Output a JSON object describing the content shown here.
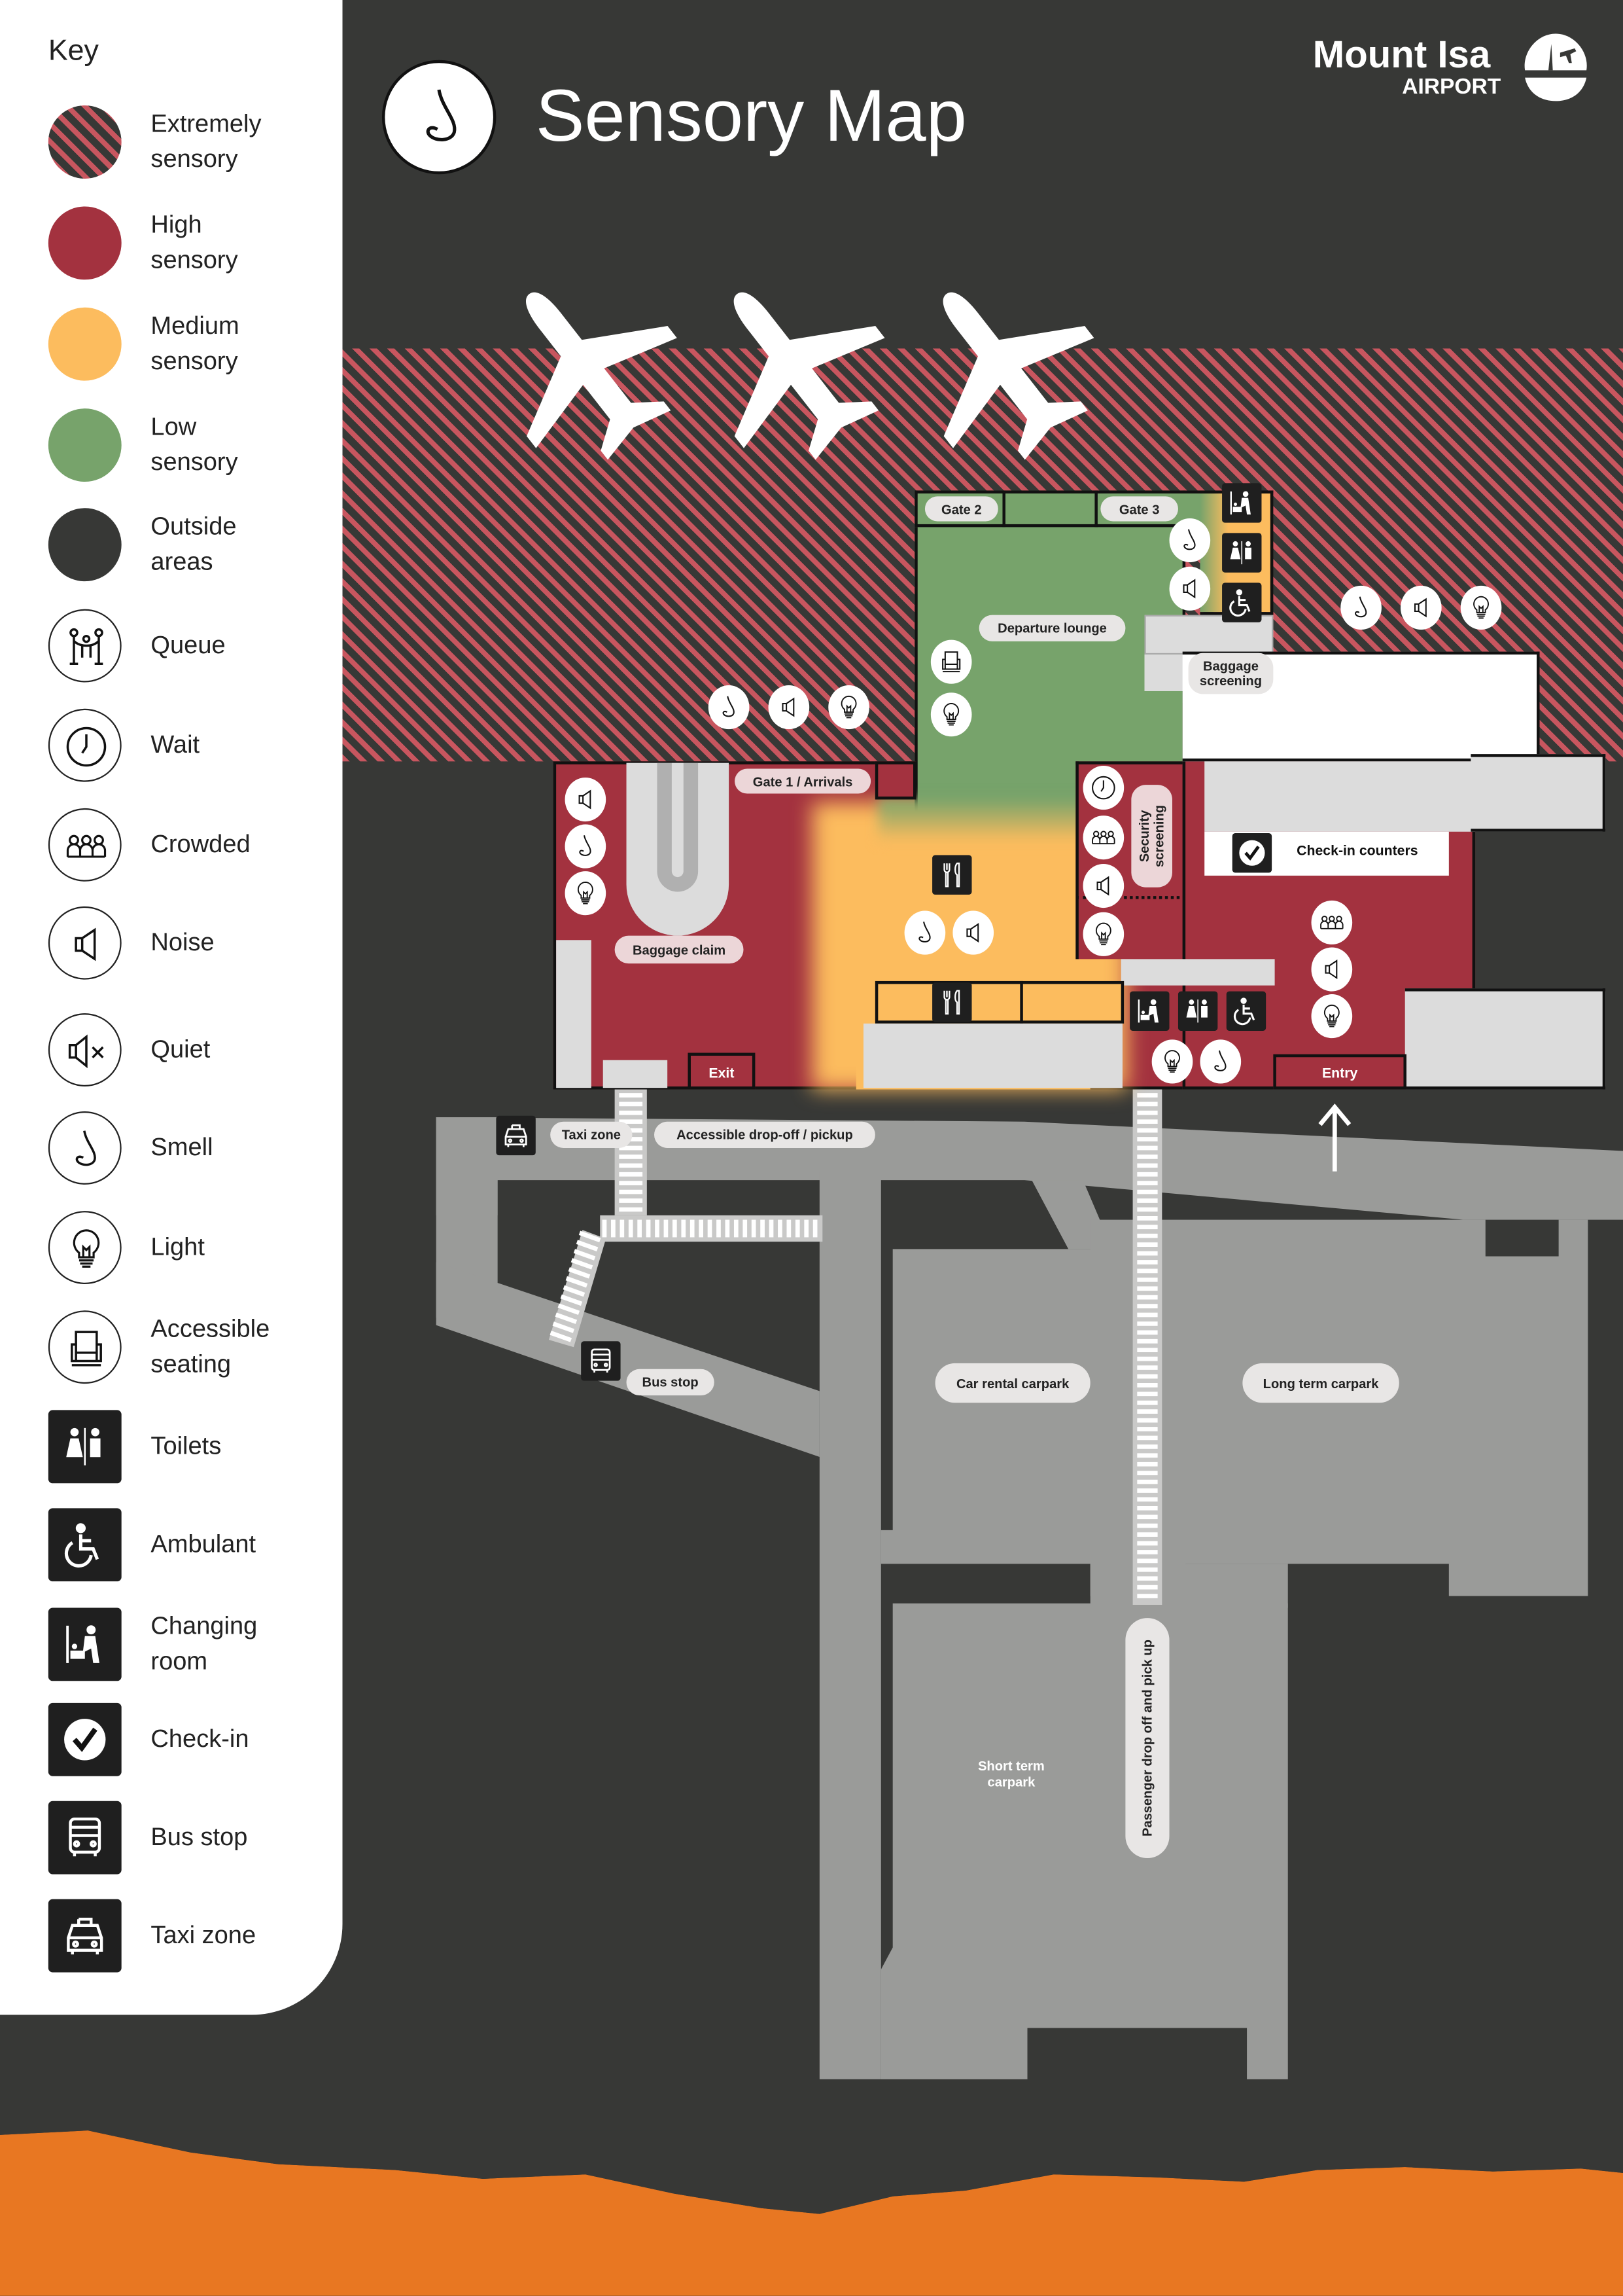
{
  "header": {
    "title": "Sensory Map",
    "logo": {
      "name": "Mount Isa",
      "subtitle": "AIRPORT"
    }
  },
  "colors": {
    "extremely": "#c8565f",
    "high": "#a3323f",
    "medium": "#fcbc5e",
    "low": "#77a36b",
    "outside": "#373836",
    "road": "#9a9b99",
    "mountains": "#e87722"
  },
  "key": {
    "title": "Key",
    "items": [
      {
        "label": "Extremely\nsensory",
        "icon": "hatch-swatch",
        "kind": "hatch"
      },
      {
        "label": "High\nsensory",
        "icon": "high-swatch",
        "kind": "color",
        "color": "#a3323f"
      },
      {
        "label": "Medium\nsensory",
        "icon": "medium-swatch",
        "kind": "color",
        "color": "#fcbc5e"
      },
      {
        "label": "Low\nsensory",
        "icon": "low-swatch",
        "kind": "color",
        "color": "#77a36b"
      },
      {
        "label": "Outside\nareas",
        "icon": "outside-swatch",
        "kind": "color",
        "color": "#373836"
      },
      {
        "label": "Queue",
        "icon": "queue",
        "kind": "ring"
      },
      {
        "label": "Wait",
        "icon": "clock",
        "kind": "ring"
      },
      {
        "label": "Crowded",
        "icon": "crowd",
        "kind": "ring"
      },
      {
        "label": "Noise",
        "icon": "speaker",
        "kind": "ring"
      },
      {
        "label": "Quiet",
        "icon": "quiet",
        "kind": "ring"
      },
      {
        "label": "Smell",
        "icon": "nose",
        "kind": "ring"
      },
      {
        "label": "Light",
        "icon": "bulb",
        "kind": "ring"
      },
      {
        "label": "Accessible\nseating",
        "icon": "seat",
        "kind": "ring"
      },
      {
        "label": "Toilets",
        "icon": "toilet",
        "kind": "square"
      },
      {
        "label": "Ambulant",
        "icon": "wheelchair",
        "kind": "square"
      },
      {
        "label": "Changing\nroom",
        "icon": "changing",
        "kind": "square"
      },
      {
        "label": "Check-in",
        "icon": "check",
        "kind": "square"
      },
      {
        "label": "Bus stop",
        "icon": "bus",
        "kind": "square"
      },
      {
        "label": "Taxi zone",
        "icon": "taxi",
        "kind": "square"
      }
    ]
  },
  "map": {
    "gate2": "Gate 2",
    "gate3": "Gate 3",
    "departure_lounge": "Departure lounge",
    "baggage_screening": "Baggage screening",
    "gate1": "Gate 1 / Arrivals",
    "security_screening": "Security screening",
    "check_in_counters": "Check-in counters",
    "baggage_claim": "Baggage claim",
    "exit": "Exit",
    "entry": "Entry",
    "taxi_zone": "Taxi zone",
    "accessible_dropoff": "Accessible drop-off / pickup",
    "bus_stop": "Bus stop",
    "car_rental_carpark": "Car rental carpark",
    "long_term_carpark": "Long term carpark",
    "short_term_carpark": "Short term carpark",
    "passenger_dropoff": "Passenger drop off and pick up"
  }
}
